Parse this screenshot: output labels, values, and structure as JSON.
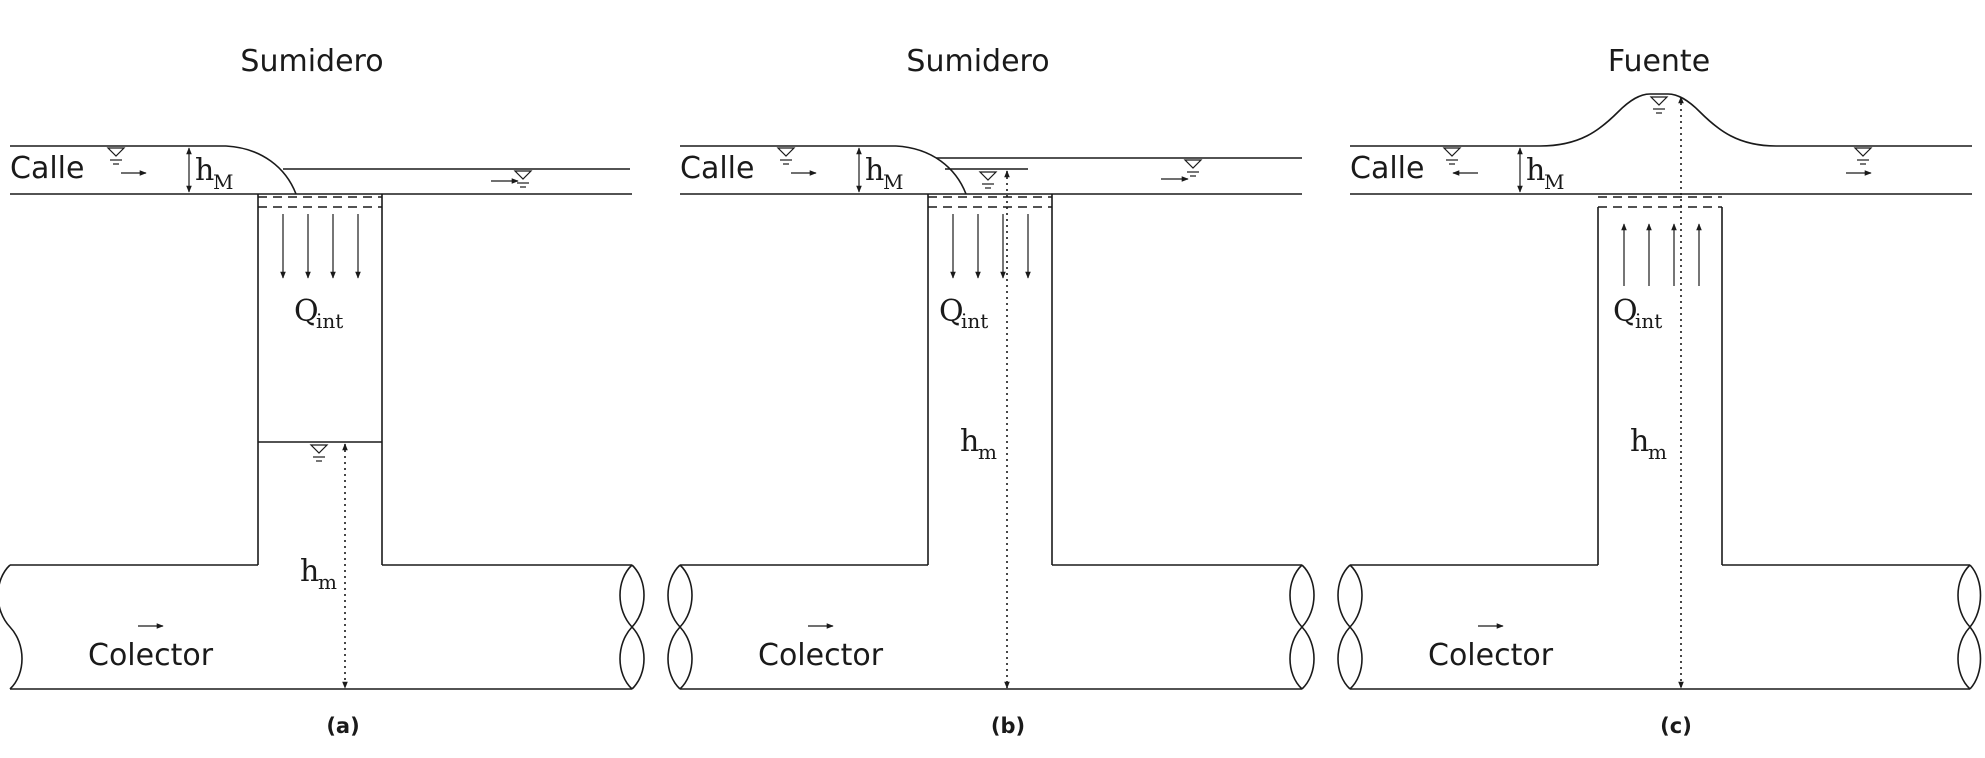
{
  "panels": [
    {
      "title": "Sumidero",
      "street": "Calle",
      "collector": "Colector",
      "h_max": "h",
      "h_max_sub": "M",
      "q": "Q",
      "q_sub": "int",
      "h_min": "h",
      "h_min_sub": "m",
      "label": "(a)"
    },
    {
      "title": "Sumidero",
      "street": "Calle",
      "collector": "Colector",
      "h_max": "h",
      "h_max_sub": "M",
      "q": "Q",
      "q_sub": "int",
      "h_min": "h",
      "h_min_sub": "m",
      "label": "(b)"
    },
    {
      "title": "Fuente",
      "street": "Calle",
      "collector": "Colector",
      "h_max": "h",
      "h_max_sub": "M",
      "q": "Q",
      "q_sub": "int",
      "h_min": "h",
      "h_min_sub": "m",
      "label": "(c)"
    }
  ]
}
